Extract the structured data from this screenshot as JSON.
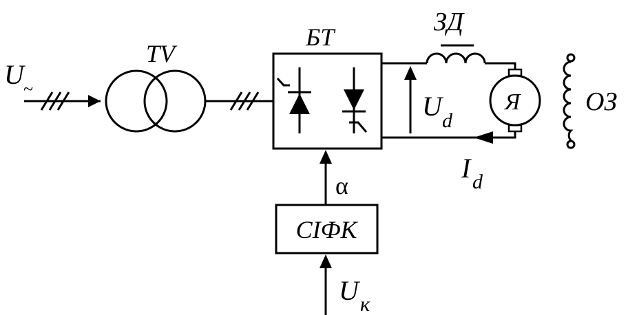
{
  "labels": {
    "input_voltage": "U",
    "input_voltage_sub": "~",
    "transformer": "TV",
    "converter_block": "БТ",
    "choke": "ЗД",
    "armature": "Я",
    "field_winding": "ОЗ",
    "dc_voltage": "U",
    "dc_voltage_sub": "d",
    "dc_current": "I",
    "dc_current_sub": "d",
    "firing_angle": "α",
    "control_system": "СІФК",
    "control_voltage": "U",
    "control_voltage_sub": "к"
  }
}
